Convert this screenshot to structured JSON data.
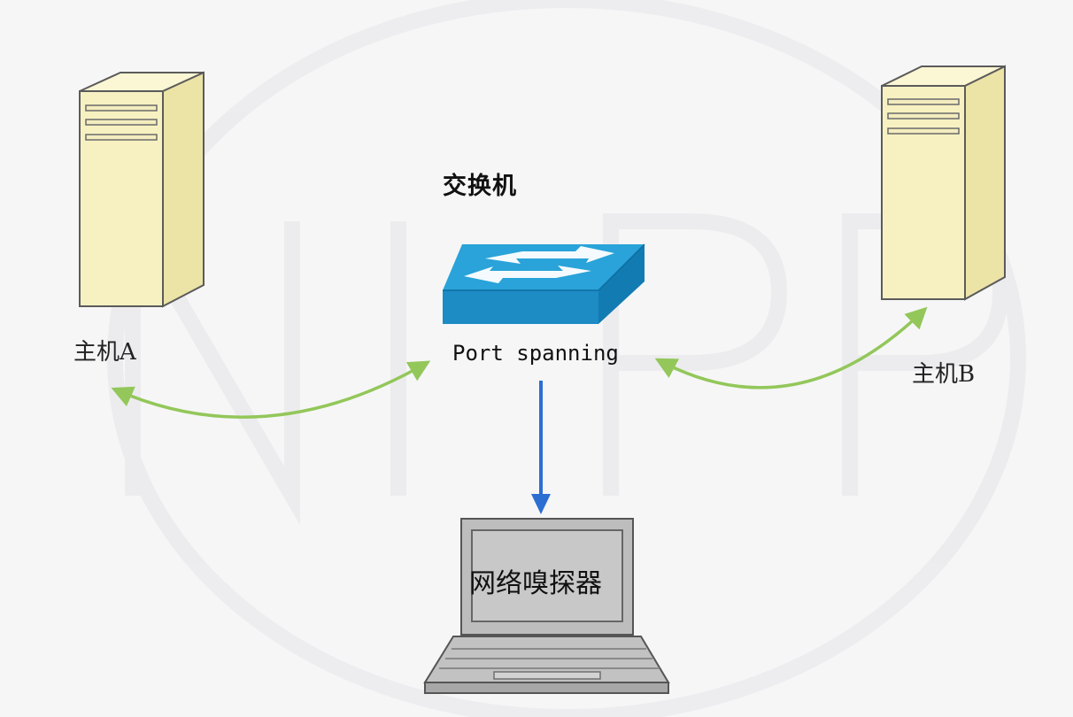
{
  "labels": {
    "switch": "交换机",
    "port": "Port spanning",
    "host_a": "主机A",
    "host_b": "主机B",
    "sniffer": "网络嗅探器"
  },
  "icons": {
    "host_a": "server-tower-icon",
    "host_b": "server-tower-icon",
    "switch": "network-switch-icon",
    "sniffer": "laptop-icon",
    "watermark": "logo-watermark-icon"
  },
  "colors": {
    "background": "#f6f6f7",
    "server_face": "#f7f1c2",
    "server_side": "#ece3a6",
    "switch_top": "#29a3d9",
    "switch_front": "#1d8bc4",
    "switch_side": "#127bb2",
    "mirror_arrow": "#2c6ed2",
    "traffic_arrow": "#93c75a",
    "laptop_body": "#bdbdbd",
    "laptop_screen": "#c8c8c8"
  }
}
